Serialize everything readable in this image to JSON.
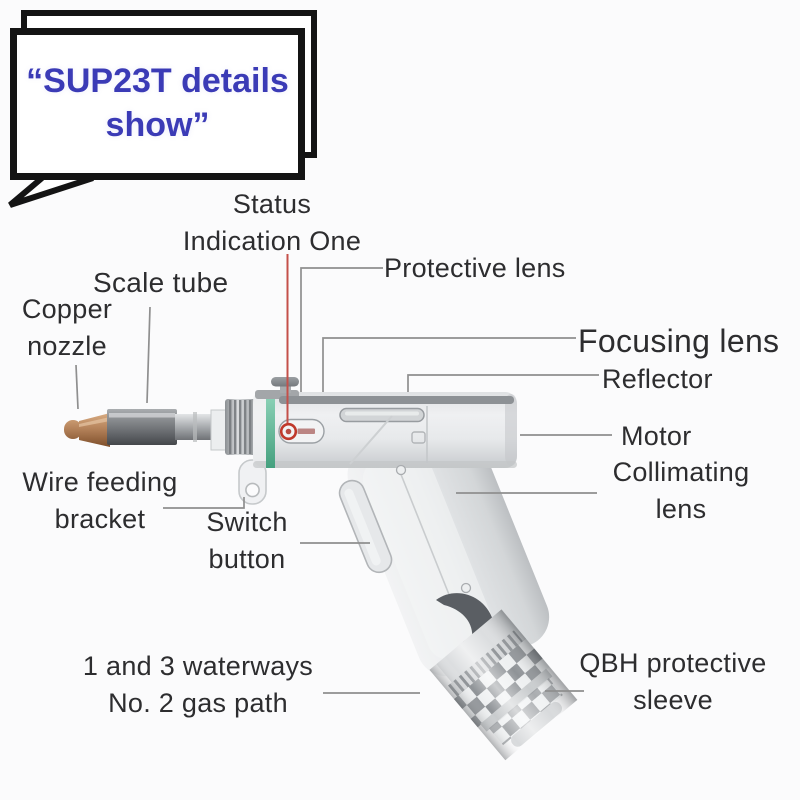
{
  "bubble": {
    "line1": "“SUP23T details",
    "line2": "show”"
  },
  "labels": {
    "status_indication": {
      "lines": [
        "Status",
        "Indication One"
      ]
    },
    "protective_lens": {
      "text": "Protective lens"
    },
    "scale_tube": {
      "text": "Scale tube"
    },
    "copper_nozzle": {
      "lines": [
        "Copper",
        "nozzle"
      ]
    },
    "focusing_lens": {
      "text": "Focusing lens"
    },
    "reflector": {
      "text": "Reflector"
    },
    "motor": {
      "text": "Motor"
    },
    "collimating_lens": {
      "lines": [
        "Collimating",
        "lens"
      ]
    },
    "wire_feeding_bracket": {
      "lines": [
        "Wire feeding",
        "bracket"
      ]
    },
    "switch_button": {
      "lines": [
        "Switch",
        "button"
      ]
    },
    "waterways": {
      "lines": [
        "1 and 3 waterways",
        "No. 2 gas path"
      ]
    },
    "qbh_sleeve": {
      "lines": [
        "QBH protective",
        "sleeve"
      ]
    }
  },
  "colors": {
    "bubble_text": "#3b3bb6",
    "bubble_border": "#141414",
    "label_text": "#2d2d2f",
    "callout_line": "#8f8f8f",
    "status_red": "#c0392b",
    "green_stripe": "#5fb898",
    "copper": "#b07a50",
    "body_gray": "#e6e8ea",
    "background": "#fbfbfc"
  }
}
